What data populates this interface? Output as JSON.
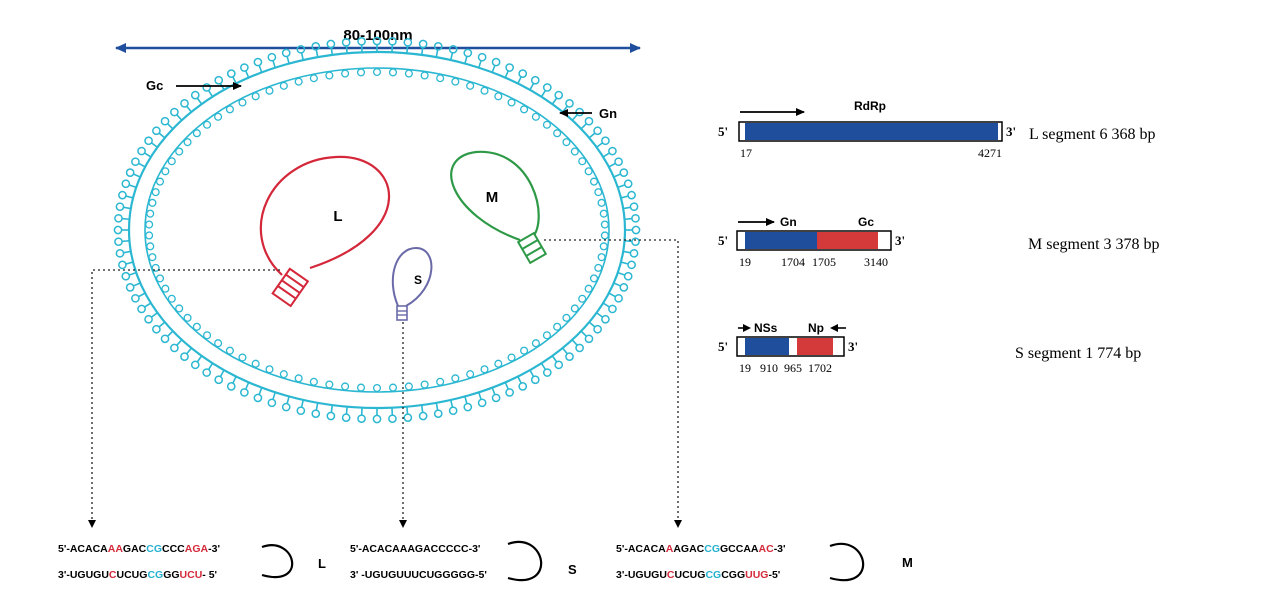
{
  "virion": {
    "diameter_label": "80-100nm",
    "gc_label": "Gc",
    "gn_label": "Gn",
    "l_label": "L",
    "m_label": "M",
    "s_label": "S"
  },
  "segments": {
    "L": {
      "end5": "5'",
      "end3": "3'",
      "orf_label": "RdRp",
      "pos_start": "17",
      "pos_end": "4271",
      "caption": "L segment 6 368 bp"
    },
    "M": {
      "end5": "5'",
      "end3": "3'",
      "gn_label": "Gn",
      "gc_label": "Gc",
      "pos_19": "19",
      "pos_1704": "1704",
      "pos_1705": "1705",
      "pos_3140": "3140",
      "caption": "M segment 3 378 bp"
    },
    "S": {
      "end5": "5'",
      "end3": "3'",
      "nss_label": "NSs",
      "np_label": "Np",
      "positions": "19   910  965  1702",
      "caption": "S segment 1 774 bp"
    }
  },
  "termini": {
    "L": {
      "top": [
        "5'-ACACA",
        "AA",
        "GAC",
        "CG",
        "CCC",
        "AGA",
        "-3'"
      ],
      "bottom": [
        "3'-UGUGU",
        "C",
        "UCUG",
        "CG",
        "GG",
        "UCU",
        "- 5'"
      ],
      "label": "L"
    },
    "S": {
      "top": "5'-ACACAAAGACCCCC-3'",
      "bottom": "3' -UGUGUUUCUGGGGG-5'",
      "label": "S"
    },
    "M": {
      "top": [
        "5'-ACACA",
        "A",
        "AGAC",
        "CG",
        "GCCAA",
        "AC",
        "-3'"
      ],
      "bottom": [
        "3'-UGUGU",
        "C",
        "UCUG",
        "CG",
        "CGG",
        "UUG",
        "-5'"
      ],
      "label": "M"
    }
  },
  "colors": {
    "envelope": "#2bb7d1",
    "l_loop": "#d4273a",
    "m_loop": "#2e9a47",
    "s_loop": "#6a6aa8",
    "blue_bar": "#1f4e9c",
    "red_bar": "#d43a3a",
    "cyan_nt": "#25b1cf",
    "red_nt": "#d42a3a"
  }
}
